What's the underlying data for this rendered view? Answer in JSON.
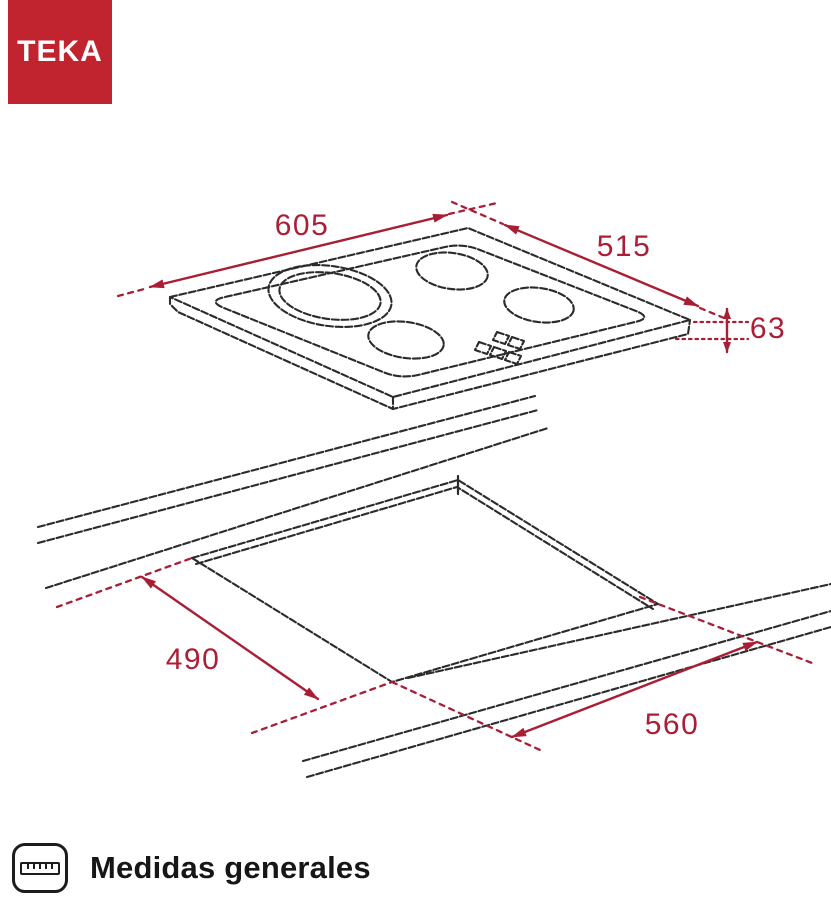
{
  "brand": {
    "name": "TEKA"
  },
  "colors": {
    "logo_background": "#c1242f",
    "dimension_accent": "#a81f35",
    "drawing_line": "#2b2b2b",
    "footer_text": "#161616",
    "background": "#ffffff"
  },
  "diagram": {
    "type": "installation-dimensions-drawing",
    "dimensions": {
      "hob_width": "605",
      "hob_depth": "515",
      "hob_height": "63",
      "cutout_depth": "490",
      "cutout_width": "560"
    }
  },
  "footer": {
    "label": "Medidas generales",
    "icon": "ruler-icon"
  }
}
